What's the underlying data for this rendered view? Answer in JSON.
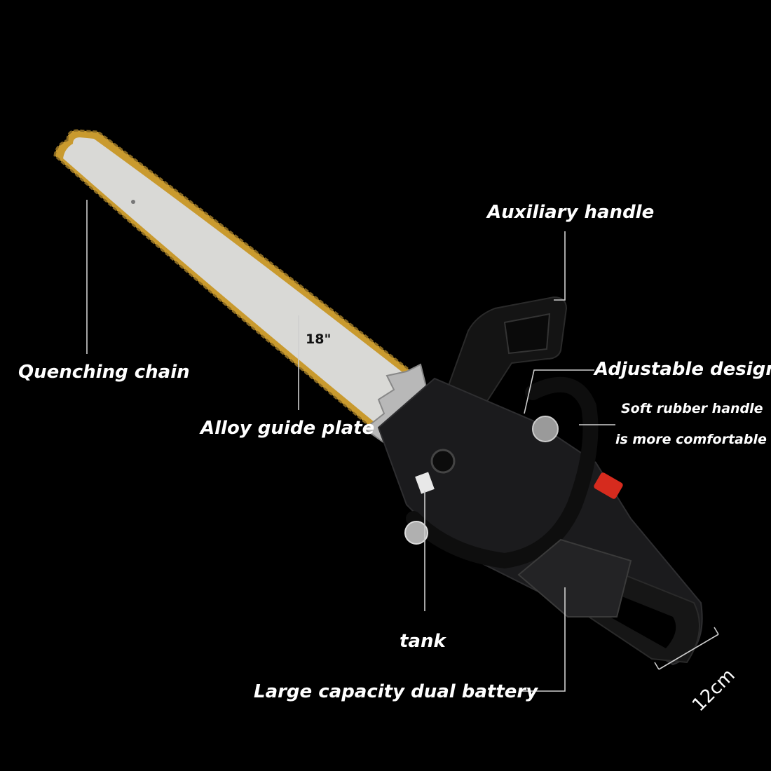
{
  "callouts": {
    "quenching_chain": "Quenching chain",
    "alloy_guide_plate": "Alloy guide plate",
    "auxiliary_handle": "Auxiliary handle",
    "adjustable_design": "Adjustable design",
    "soft_rubber_line1": "Soft rubber handle",
    "soft_rubber_line2": "is more  comfortable",
    "tank": "tank",
    "battery": "Large capacity dual battery"
  },
  "bar_size_label": "18\"",
  "dimension_label": "12cm",
  "colors": {
    "background": "#000000",
    "bar": "#d9d9d6",
    "chain": "#c99a2e",
    "body": "#1b1b1d",
    "accent": "#d62b1e"
  }
}
